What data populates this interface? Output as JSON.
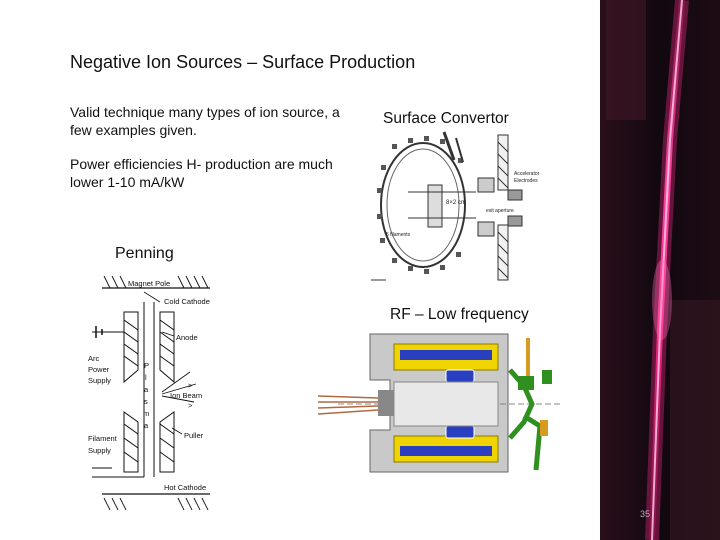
{
  "slide": {
    "title": "Negative Ion Sources – Surface Production",
    "para1": "Valid technique many types of ion source, a few examples given.",
    "para2": "Power efficiencies H- production are much lower  1-10 mA/kW",
    "label_surface": "Surface Convertor",
    "label_penning": "Penning",
    "label_rf": "RF – Low frequency",
    "page_number": "35"
  },
  "penning_diagram": {
    "magnet_pole": "Magnet Pole",
    "cold_cathode": "Cold Cathode",
    "anode": "Anode",
    "arc_power_supply": [
      "Arc",
      "Power",
      "Supply"
    ],
    "plasma_letters": [
      "P",
      "l",
      "a",
      "s",
      "m",
      "a"
    ],
    "ion_beam": "Ion Beam",
    "puller": "Puller",
    "filament_supply": [
      "Filament",
      "Supply"
    ],
    "hot_cathode": "Hot Cathode"
  },
  "surface_diagram": {
    "accelerator": "Accelerator",
    "electrodes": "Electrodes",
    "size": "8×2 cm",
    "exit_aperture": "exit aperture",
    "filaments": "5 filaments"
  },
  "colors": {
    "rf_body": "#c9c9c9",
    "rf_coil": "#f0d400",
    "rf_blue": "#2a3fbf",
    "rf_green": "#2f8f1f",
    "rf_orange": "#d89a20",
    "photo_bg": "#1a0c12",
    "photo_glow": "#ff2a8a"
  }
}
